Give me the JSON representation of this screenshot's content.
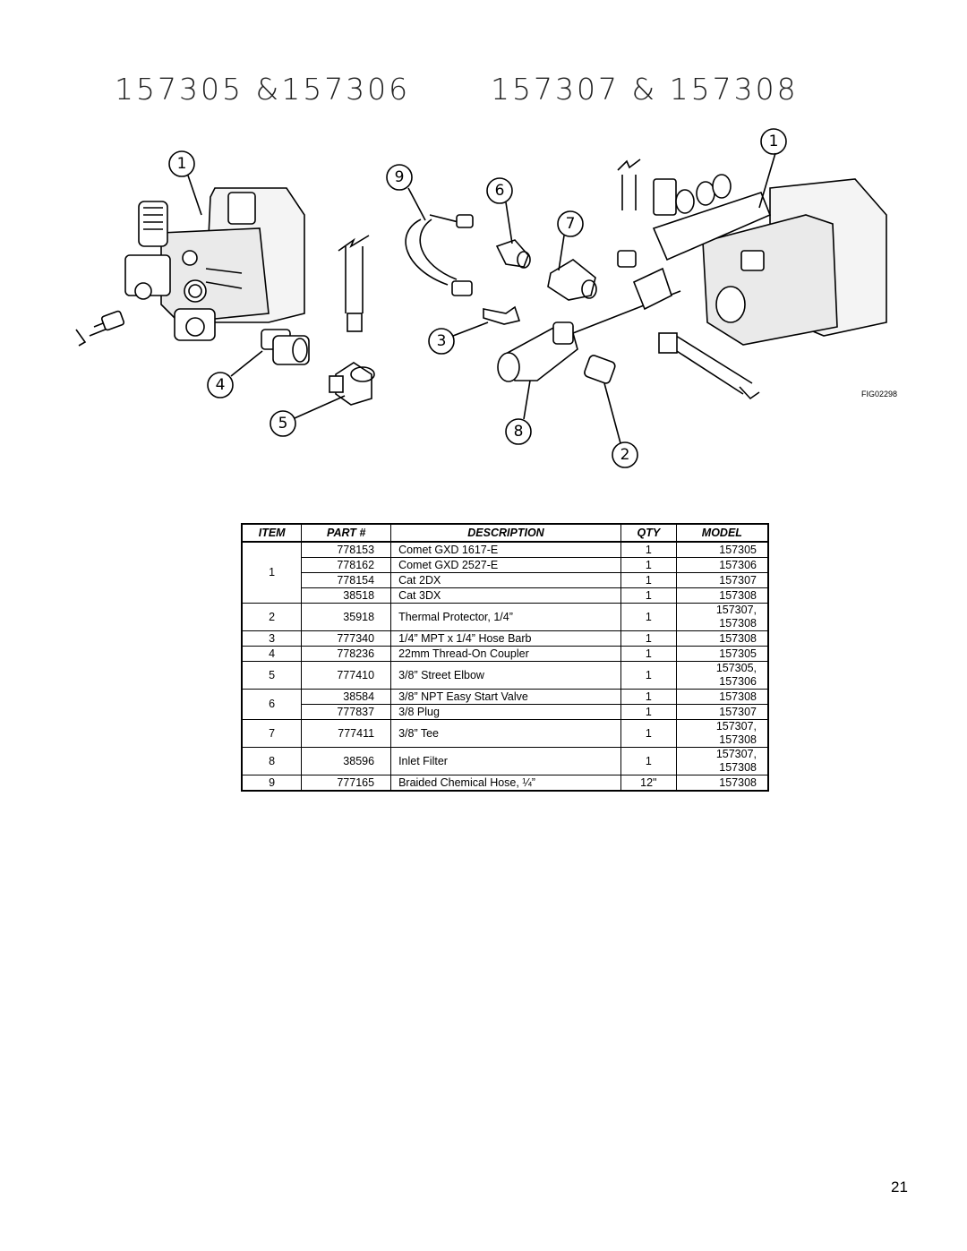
{
  "titles": {
    "left": "157305 &157306",
    "right": "157307 & 157308"
  },
  "figure": {
    "code": "FIG02298",
    "callouts": [
      "1",
      "9",
      "6",
      "7",
      "1",
      "3",
      "4",
      "5",
      "8",
      "2"
    ]
  },
  "table": {
    "headers": [
      "ITEM",
      "PART #",
      "DESCRIPTION",
      "QTY",
      "MODEL"
    ],
    "rows": [
      {
        "item": "1",
        "part": "778153",
        "desc": "Comet GXD 1617-E",
        "qty": "1",
        "model": "157305"
      },
      {
        "item": "",
        "part": "778162",
        "desc": "Comet GXD 2527-E",
        "qty": "1",
        "model": "157306"
      },
      {
        "item": "",
        "part": "778154",
        "desc": "Cat 2DX",
        "qty": "1",
        "model": "157307"
      },
      {
        "item": "",
        "part": "38518",
        "desc": "Cat 3DX",
        "qty": "1",
        "model": "157308"
      },
      {
        "item": "2",
        "part": "35918",
        "desc": "Thermal Protector, 1/4”",
        "qty": "1",
        "model": "157307, 157308"
      },
      {
        "item": "3",
        "part": "777340",
        "desc": "1/4” MPT x 1/4” Hose Barb",
        "qty": "1",
        "model": "157308"
      },
      {
        "item": "4",
        "part": "778236",
        "desc": "22mm Thread-On Coupler",
        "qty": "1",
        "model": "157305"
      },
      {
        "item": "5",
        "part": "777410",
        "desc": "3/8” Street Elbow",
        "qty": "1",
        "model": "157305, 157306"
      },
      {
        "item": "6",
        "part": "38584",
        "desc": "3/8” NPT Easy Start Valve",
        "qty": "1",
        "model": "157308"
      },
      {
        "item": "",
        "part": "777837",
        "desc": "3/8 Plug",
        "qty": "1",
        "model": "157307"
      },
      {
        "item": "7",
        "part": "777411",
        "desc": "3/8” Tee",
        "qty": "1",
        "model": "157307, 157308"
      },
      {
        "item": "8",
        "part": "38596",
        "desc": "Inlet Filter",
        "qty": "1",
        "model": "157307, 157308"
      },
      {
        "item": "9",
        "part": "777165",
        "desc": "Braided Chemical Hose, ¼”",
        "qty": "12\"",
        "model": "157308"
      }
    ]
  },
  "page_number": "21"
}
